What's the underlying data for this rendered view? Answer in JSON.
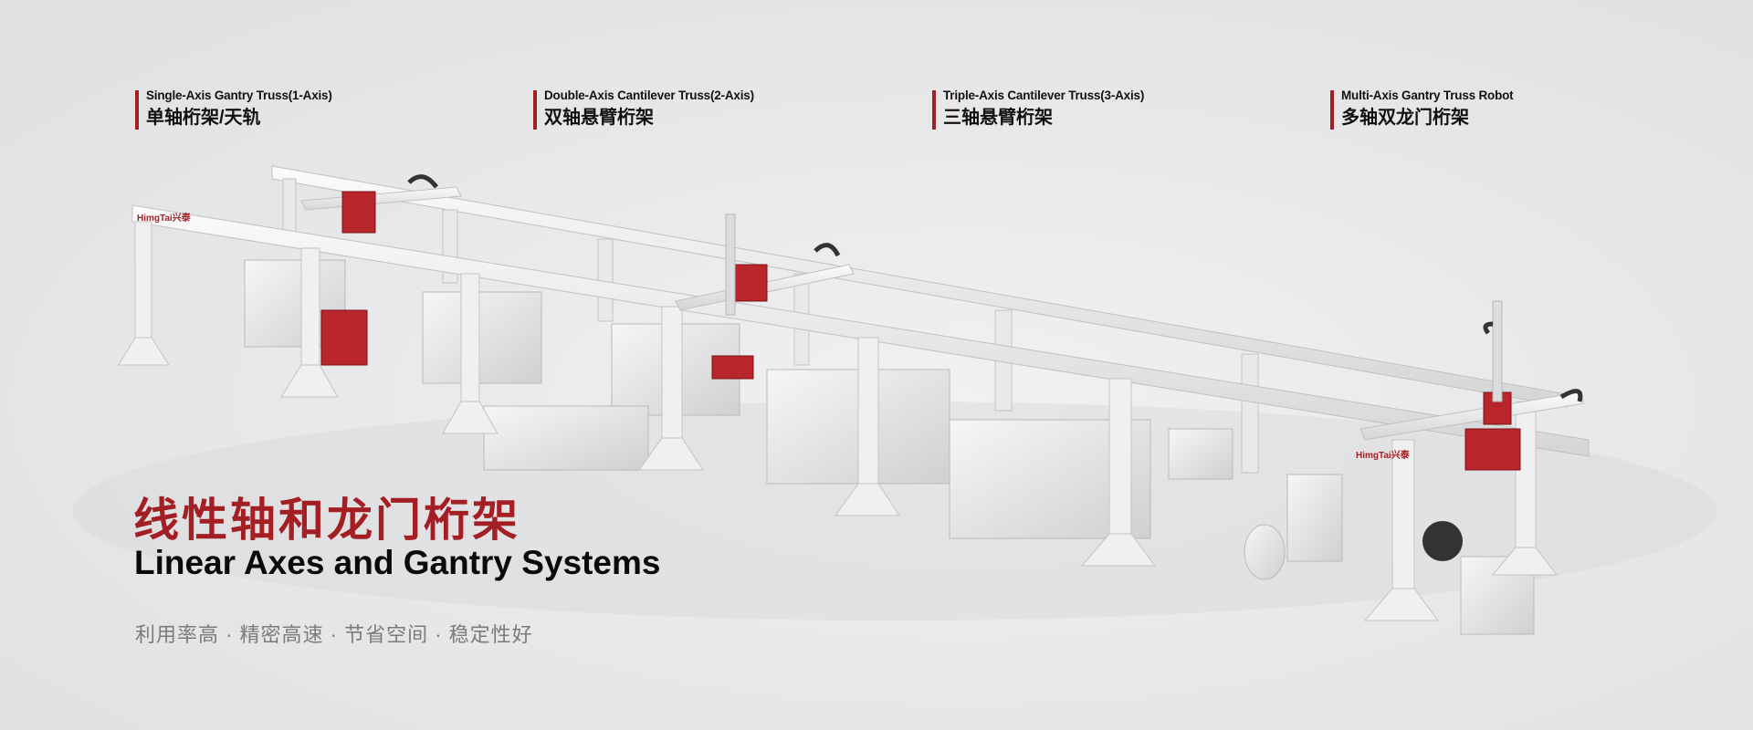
{
  "categories": [
    {
      "en": "Single-Axis Gantry Truss(1-Axis)",
      "zh": "单轴桁架/天轨"
    },
    {
      "en": "Double-Axis Cantilever Truss(2-Axis)",
      "zh": "双轴悬臂桁架"
    },
    {
      "en": "Triple-Axis Cantilever Truss(3-Axis)",
      "zh": "三轴悬臂桁架"
    },
    {
      "en": "Multi-Axis Gantry Truss Robot",
      "zh": "多轴双龙门桁架"
    }
  ],
  "hero": {
    "title_zh": "线性轴和龙门桁架",
    "title_en": "Linear Axes and Gantry Systems",
    "subtitle": "利用率高 · 精密高速 · 节省空间 · 稳定性好"
  },
  "brand": {
    "logo": "HimgTai兴泰"
  },
  "colors": {
    "accent": "#a31f24",
    "background": "#e4e5e7"
  }
}
